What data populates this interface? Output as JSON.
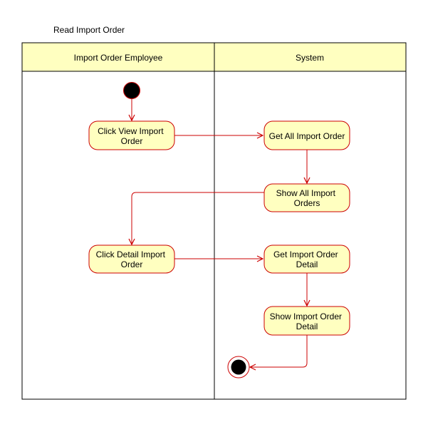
{
  "diagram": {
    "title": "Read Import Order",
    "lanes": [
      {
        "id": "employee",
        "label": "Import Order Employee"
      },
      {
        "id": "system",
        "label": "System"
      }
    ],
    "nodes": {
      "start": {
        "type": "initial"
      },
      "click_view": {
        "type": "action",
        "lines": [
          "Click View Import",
          "Order"
        ]
      },
      "get_all": {
        "type": "action",
        "lines": [
          "Get All Import Order"
        ]
      },
      "show_all": {
        "type": "action",
        "lines": [
          "Show All Import",
          "Orders"
        ]
      },
      "click_detail": {
        "type": "action",
        "lines": [
          "Click Detail Import",
          "Order"
        ]
      },
      "get_detail": {
        "type": "action",
        "lines": [
          "Get Import Order",
          "Detail"
        ]
      },
      "show_detail": {
        "type": "action",
        "lines": [
          "Show Import Order",
          "Detail"
        ]
      },
      "end": {
        "type": "final"
      }
    },
    "edges": [
      {
        "from": "start",
        "to": "click_view"
      },
      {
        "from": "click_view",
        "to": "get_all"
      },
      {
        "from": "get_all",
        "to": "show_all"
      },
      {
        "from": "show_all",
        "to": "click_detail"
      },
      {
        "from": "click_detail",
        "to": "get_detail"
      },
      {
        "from": "get_detail",
        "to": "show_detail"
      },
      {
        "from": "show_detail",
        "to": "end"
      }
    ],
    "colors": {
      "action_fill": "#ffffc0",
      "stroke": "#cc0000",
      "lane_header_fill": "#ffffc0",
      "lane_border": "#000000",
      "initial_fill": "#000000"
    }
  }
}
